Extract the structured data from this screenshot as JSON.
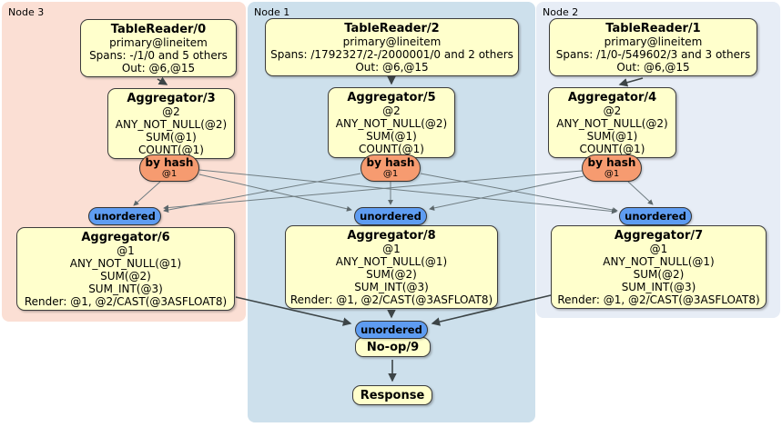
{
  "regions": [
    {
      "label": "Node 3"
    },
    {
      "label": "Node 1"
    },
    {
      "label": "Node 2"
    }
  ],
  "columns": [
    {
      "table_reader": {
        "title": "TableReader/0",
        "index": "primary@lineitem",
        "spans": "Spans: -/1/0 and 5 others",
        "out": "Out: @6,@15"
      },
      "aggregator_top": {
        "title": "Aggregator/3",
        "group": "@2",
        "fn1": "ANY_NOT_NULL(@2)",
        "fn2": "SUM(@1)",
        "fn3": "COUNT(@1)"
      },
      "router": {
        "label": "by hash",
        "key": "@1"
      },
      "sync": {
        "label": "unordered"
      },
      "aggregator_bottom": {
        "title": "Aggregator/6",
        "group": "@1",
        "fn1": "ANY_NOT_NULL(@1)",
        "fn2": "SUM(@2)",
        "fn3": "SUM_INT(@3)",
        "render": "Render: @1, @2/CAST(@3ASFLOAT8)"
      }
    },
    {
      "table_reader": {
        "title": "TableReader/2",
        "index": "primary@lineitem",
        "spans": "Spans: /1792327/2-/2000001/0 and 2 others",
        "out": "Out: @6,@15"
      },
      "aggregator_top": {
        "title": "Aggregator/5",
        "group": "@2",
        "fn1": "ANY_NOT_NULL(@2)",
        "fn2": "SUM(@1)",
        "fn3": "COUNT(@1)"
      },
      "router": {
        "label": "by hash",
        "key": "@1"
      },
      "sync": {
        "label": "unordered"
      },
      "aggregator_bottom": {
        "title": "Aggregator/8",
        "group": "@1",
        "fn1": "ANY_NOT_NULL(@1)",
        "fn2": "SUM(@2)",
        "fn3": "SUM_INT(@3)",
        "render": "Render: @1, @2/CAST(@3ASFLOAT8)"
      }
    },
    {
      "table_reader": {
        "title": "TableReader/1",
        "index": "primary@lineitem",
        "spans": "Spans: /1/0-/549602/3 and 3 others",
        "out": "Out: @6,@15"
      },
      "aggregator_top": {
        "title": "Aggregator/4",
        "group": "@2",
        "fn1": "ANY_NOT_NULL(@2)",
        "fn2": "SUM(@1)",
        "fn3": "COUNT(@1)"
      },
      "router": {
        "label": "by hash",
        "key": "@1"
      },
      "sync": {
        "label": "unordered"
      },
      "aggregator_bottom": {
        "title": "Aggregator/7",
        "group": "@1",
        "fn1": "ANY_NOT_NULL(@1)",
        "fn2": "SUM(@2)",
        "fn3": "SUM_INT(@3)",
        "render": "Render: @1, @2/CAST(@3ASFLOAT8)"
      }
    }
  ],
  "final": {
    "sync": "unordered",
    "noop": "No-op/9",
    "response": "Response"
  },
  "colors": {
    "node3_bg": "#fbdfd4",
    "node1_bg": "#cde0ec",
    "node2_bg": "#e7edf6",
    "box_bg": "#ffffcc",
    "box_border": "#3c3c3c",
    "router_bg": "#f69b70",
    "sync_bg": "#5e9cf1",
    "edge_thick": "#3d4547",
    "edge_thin": "#707d82"
  }
}
